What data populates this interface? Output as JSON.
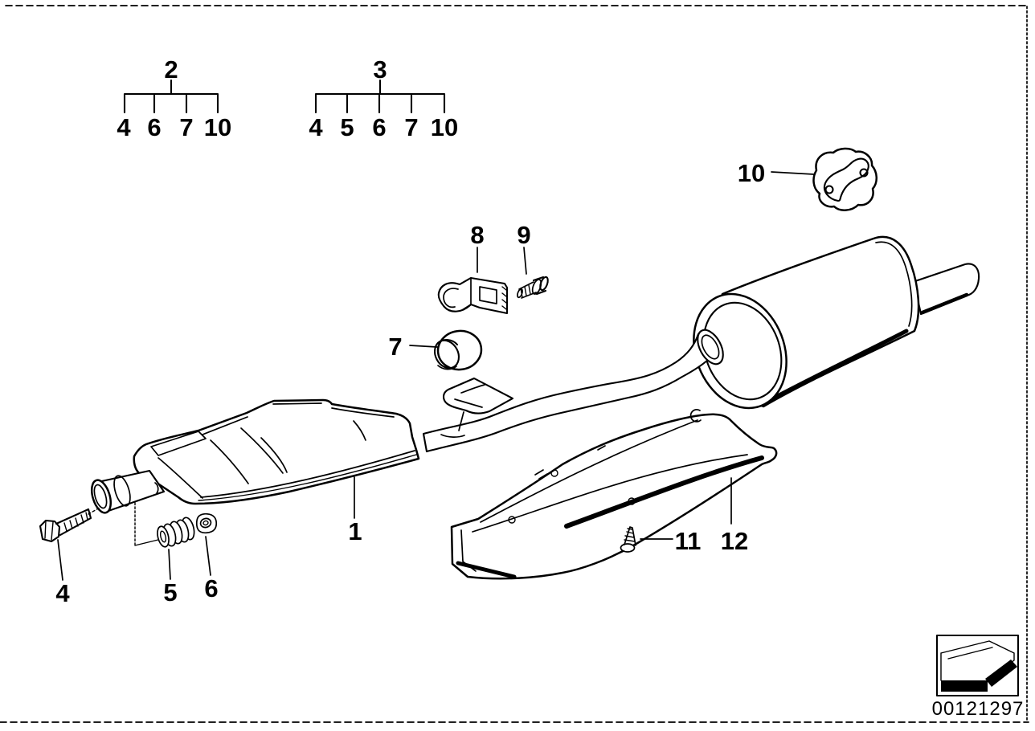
{
  "page": {
    "background": "#ffffff",
    "line_color": "#000000",
    "border_style": "dashed"
  },
  "index_trees": [
    {
      "parent": "2",
      "children": [
        "4",
        "6",
        "7",
        "10"
      ]
    },
    {
      "parent": "3",
      "children": [
        "4",
        "5",
        "6",
        "7",
        "10"
      ]
    }
  ],
  "callouts": {
    "c1": "1",
    "c4": "4",
    "c5": "5",
    "c6": "6",
    "c7": "7",
    "c8": "8",
    "c9": "9",
    "c10": "10",
    "c11": "11",
    "c12": "12"
  },
  "footer": {
    "drawing_number": "00121297"
  }
}
